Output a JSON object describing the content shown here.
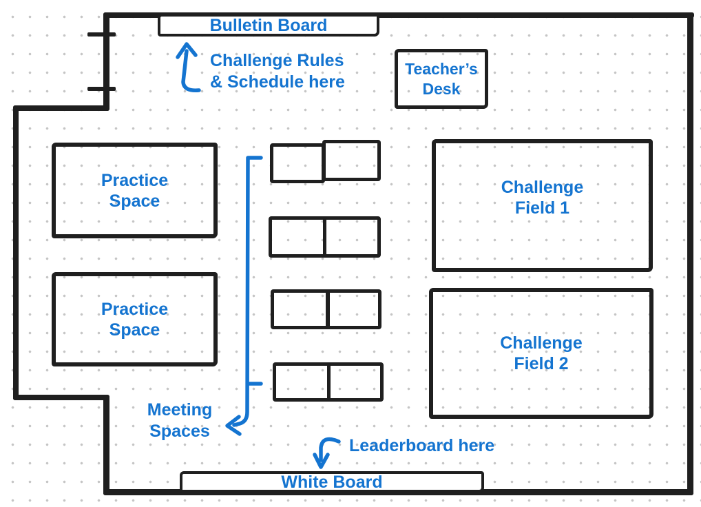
{
  "colors": {
    "annotation_blue": "#1474d0",
    "wall_black": "#1f1f1f",
    "dot_gray": "#c5c5c5",
    "background": "#ffffff"
  },
  "boards": {
    "bulletin": "Bulletin Board",
    "white": "White Board"
  },
  "furniture": {
    "teachers_desk": {
      "line1": "Teacher’s",
      "line2": "Desk"
    },
    "practice_spaces": [
      {
        "line1": "Practice",
        "line2": "Space"
      },
      {
        "line1": "Practice",
        "line2": "Space"
      }
    ],
    "challenge_fields": [
      {
        "line1": "Challenge",
        "line2": "Field 1"
      },
      {
        "line1": "Challenge",
        "line2": "Field 2"
      }
    ],
    "meeting_tables_count": 4
  },
  "annotations": {
    "rules": {
      "line1": "Challenge Rules",
      "line2": "& Schedule here"
    },
    "meeting": {
      "line1": "Meeting",
      "line2": "Spaces"
    },
    "leaderboard": {
      "text": "Leaderboard here"
    }
  }
}
